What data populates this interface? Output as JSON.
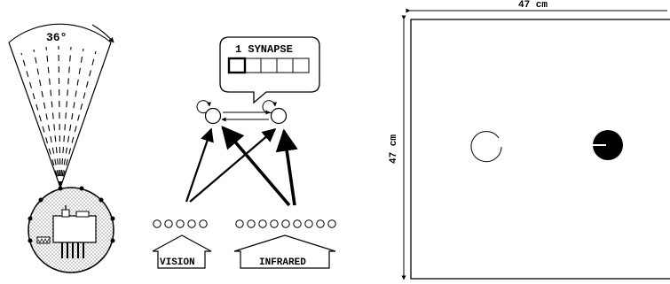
{
  "robot": {
    "field_of_view_label": "36°"
  },
  "network": {
    "synapse_label": "1 SYNAPSE",
    "vision_label": "VISION",
    "infrared_label": "INFRARED",
    "vision_input_count": 5,
    "infrared_input_count": 9,
    "synapse_cell_count": 5
  },
  "arena": {
    "width_label": "47 cm",
    "height_label": "47 cm"
  },
  "colors": {
    "ink": "#000000",
    "robot_fill": "#d9d9d9",
    "background": "#ffffff"
  }
}
